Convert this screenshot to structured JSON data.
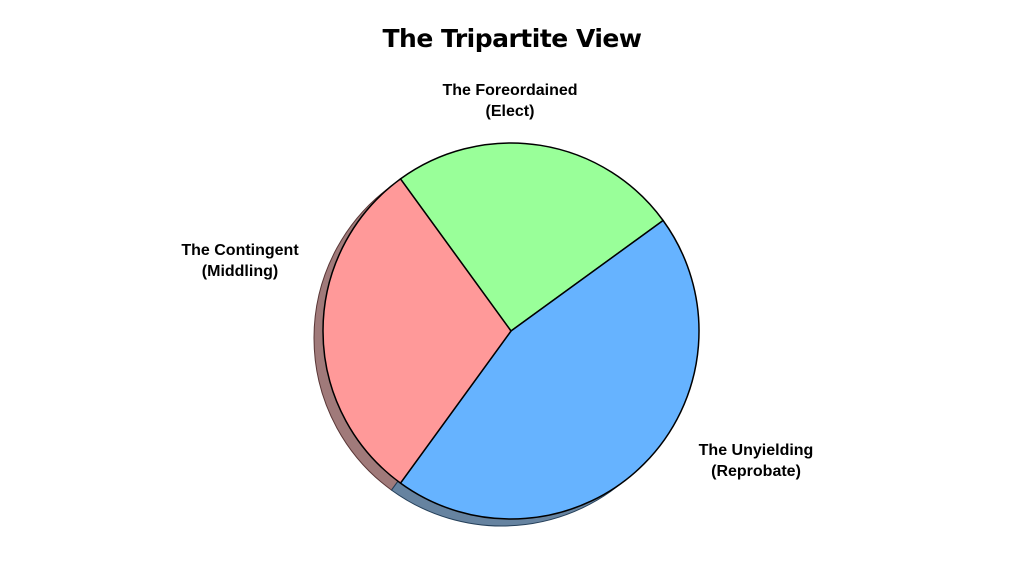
{
  "chart_data": {
    "type": "pie",
    "title": "The Tripartite View",
    "slices": [
      {
        "id": "elect",
        "label_line1": "The Foreordained",
        "label_line2": "(Elect)",
        "value": 25,
        "color": "#99ff99"
      },
      {
        "id": "unyielding",
        "label_line1": "The Unyielding",
        "label_line2": "(Reprobate)",
        "value": 45,
        "color": "#66b3ff"
      },
      {
        "id": "contingent",
        "label_line1": "The Contingent",
        "label_line2": "(Middling)",
        "value": 30,
        "color": "#ff9999"
      }
    ],
    "start_angle_deg": -126,
    "direction": "clockwise",
    "shadow": true,
    "edge_color": "#000000"
  }
}
